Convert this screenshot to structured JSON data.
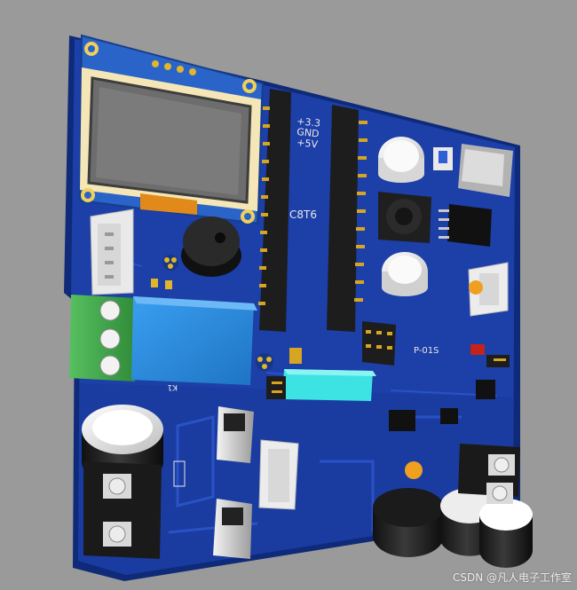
{
  "silkscreen": {
    "power_label_33": "+3.3",
    "power_label_gnd": "GND",
    "power_label_5v": "+5V",
    "mcu_label": "C8T6",
    "module_label": "P-01S",
    "relay_label": "K1"
  },
  "watermark": "CSDN @凡人电子工作室",
  "colors": {
    "background": "#9a9a9a",
    "pcb": "#1c3fa8",
    "pcb_edge": "#0e2a78",
    "pad_gold": "#d6a521",
    "header_black": "#1d1d1d",
    "relay_blue": "#2e8fe0",
    "terminal_green": "#3fa848",
    "oled_screen": "#6d6d6d",
    "cyan_module": "#3de3e3"
  }
}
